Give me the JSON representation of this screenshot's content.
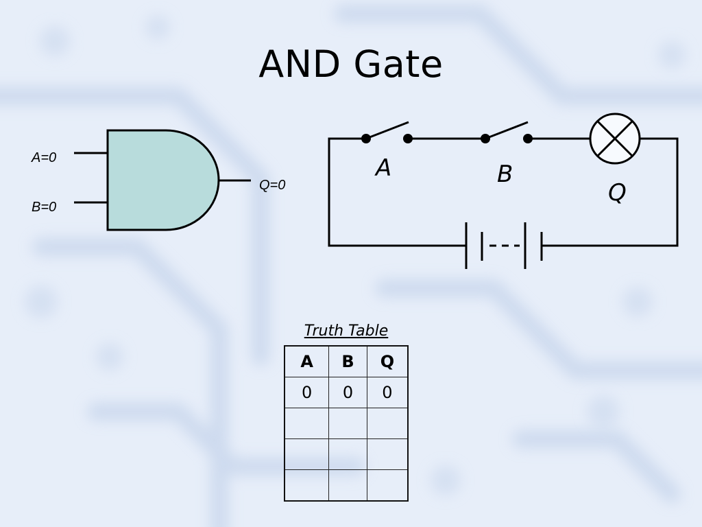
{
  "slide": {
    "title": "AND Gate"
  },
  "gate": {
    "input_a_label": "A=0",
    "input_b_label": "B=0",
    "output_label": "Q=0",
    "fill_color": "#b8dcdc"
  },
  "circuit": {
    "switch_a_label": "A",
    "switch_b_label": "B",
    "lamp_label": "Q"
  },
  "truth_table": {
    "caption": "Truth Table",
    "headers": [
      "A",
      "B",
      "Q"
    ],
    "rows": [
      [
        "0",
        "0",
        "0"
      ],
      [
        "",
        "",
        ""
      ],
      [
        "",
        "",
        ""
      ],
      [
        "",
        "",
        ""
      ]
    ]
  }
}
